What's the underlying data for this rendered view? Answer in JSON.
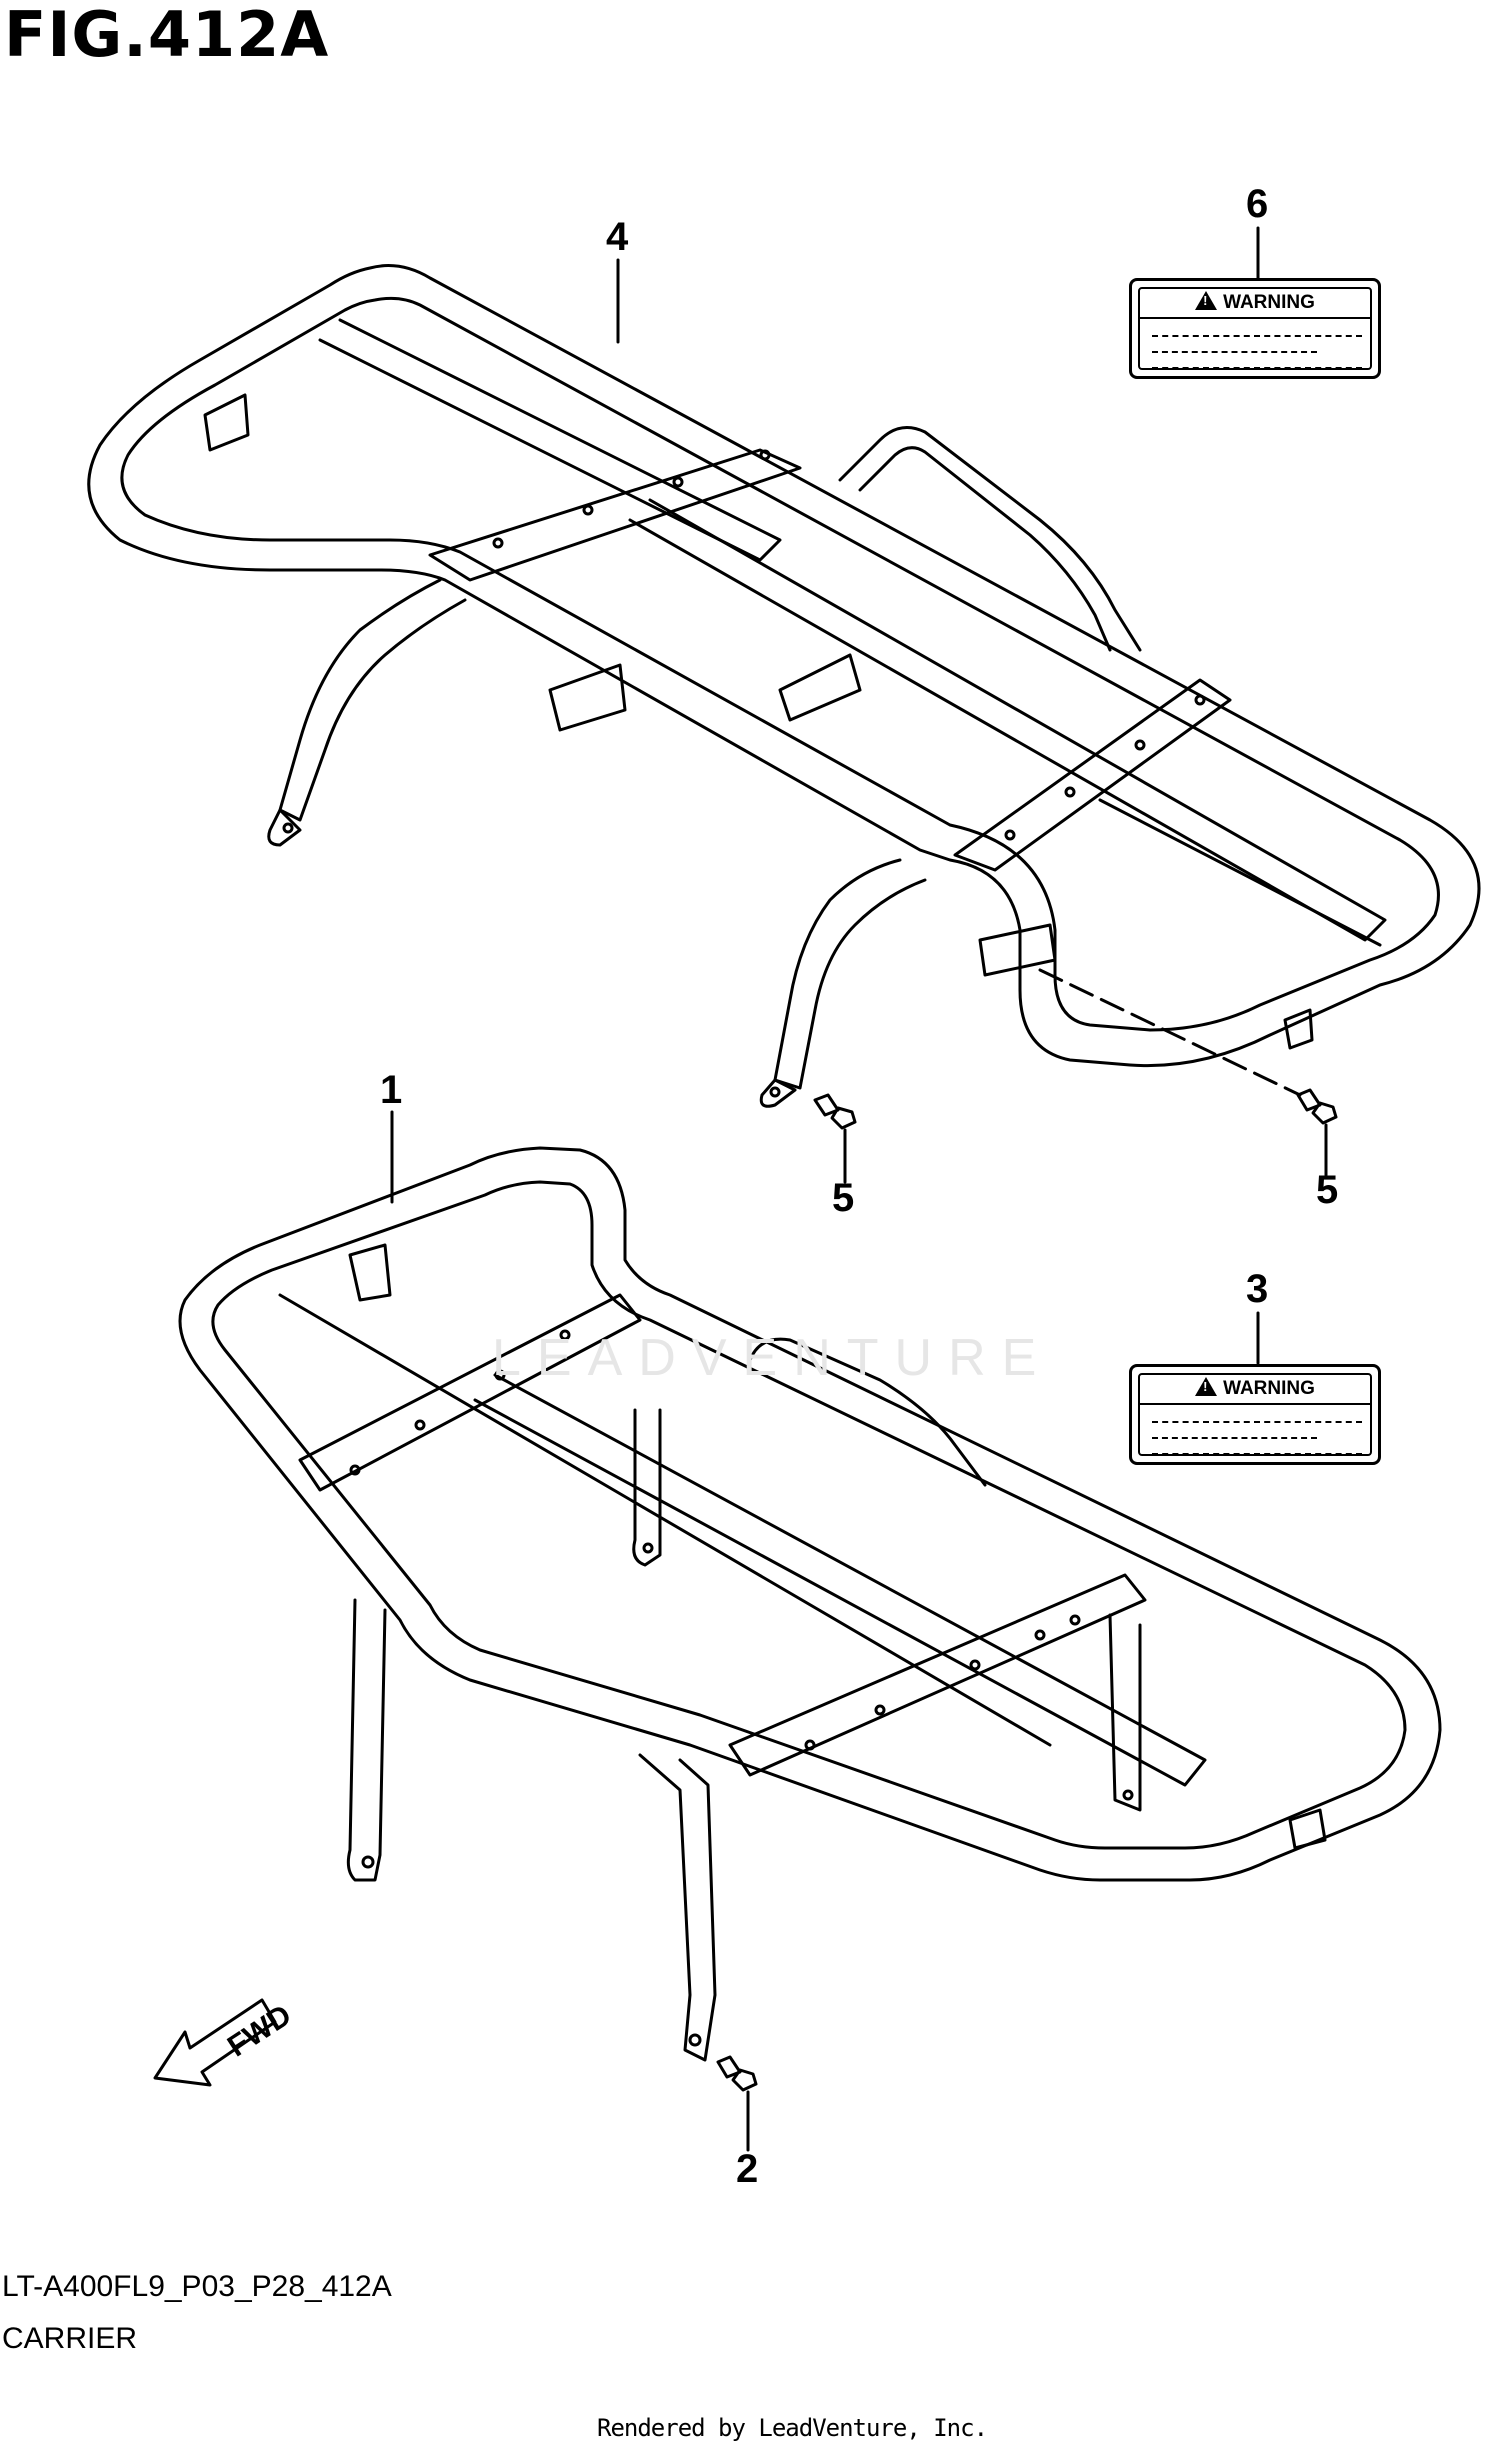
{
  "figure": {
    "title": "FIG.412A",
    "diagram_code": "LT-A400FL9_P03_P28_412A",
    "section_name": "CARRIER",
    "rendered_by": "Rendered by LeadVenture, Inc.",
    "watermark": "LEADVENTURE"
  },
  "callouts": [
    {
      "id": "1",
      "part": "front-carrier"
    },
    {
      "id": "2",
      "part": "front-carrier-bolt"
    },
    {
      "id": "3",
      "part": "front-warning-label"
    },
    {
      "id": "4",
      "part": "rear-carrier"
    },
    {
      "id": "5",
      "part": "rear-carrier-bolt"
    },
    {
      "id": "5",
      "part": "rear-carrier-bolt"
    },
    {
      "id": "6",
      "part": "rear-warning-label"
    }
  ],
  "labels": [
    {
      "heading": "WARNING",
      "icon": "warning-triangle-icon"
    },
    {
      "heading": "WARNING",
      "icon": "warning-triangle-icon"
    }
  ],
  "fwd_arrow": {
    "text": "FWD",
    "icon": "forward-arrow-icon"
  }
}
